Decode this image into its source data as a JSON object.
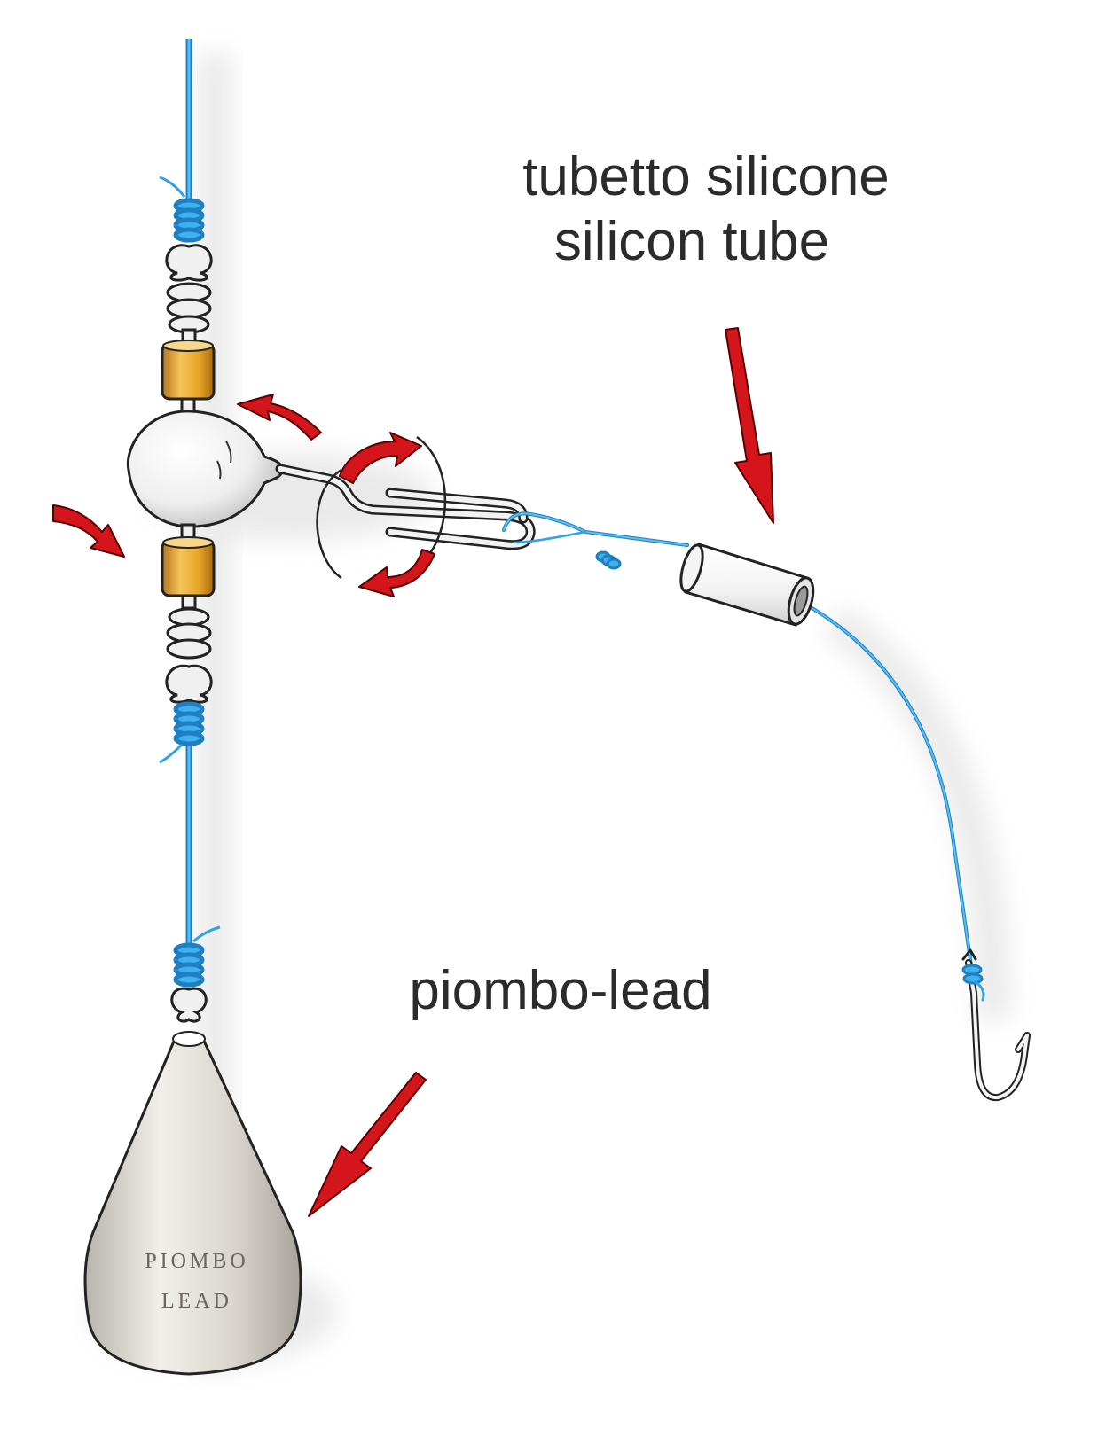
{
  "labels": {
    "tube_it": "tubetto silicone",
    "tube_en": "silicon tube",
    "lead": "piombo-lead"
  },
  "sinker_engraving": {
    "line1": "PIOMBO",
    "line2": "LEAD"
  },
  "colors": {
    "line": "#2ea3e8",
    "arrow": "#d4151b",
    "bead": "#e8a727",
    "metal": "#f0f0f0",
    "lead_body": "#d9d6d0",
    "text": "#2b2b2b"
  }
}
